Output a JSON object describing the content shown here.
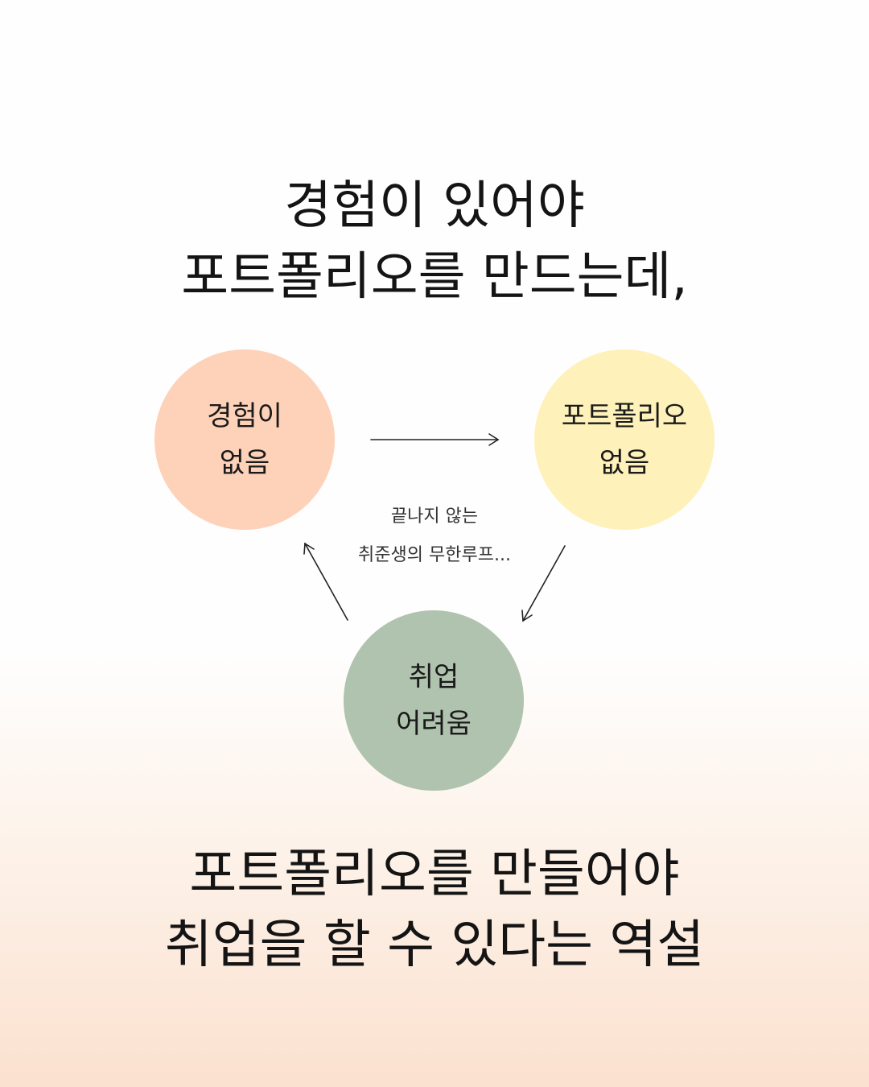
{
  "top_headline": {
    "line1": "경험이 있어야",
    "line2": "포트폴리오를 만드는데,"
  },
  "cycle": {
    "nodes": [
      {
        "line1": "경험이",
        "line2": "없음",
        "color": "#fdd2b9"
      },
      {
        "line1": "포트폴리오",
        "line2": "없음",
        "color": "#fef1ba"
      },
      {
        "line1": "취업",
        "line2": "어려움",
        "color": "#b0c3ae"
      }
    ],
    "caption": {
      "line1": "끝나지 않는",
      "line2": "취준생의 무한루프..."
    }
  },
  "bottom_headline": {
    "line1": "포트폴리오를 만들어야",
    "line2": "취업을 할 수 있다는 역설"
  }
}
